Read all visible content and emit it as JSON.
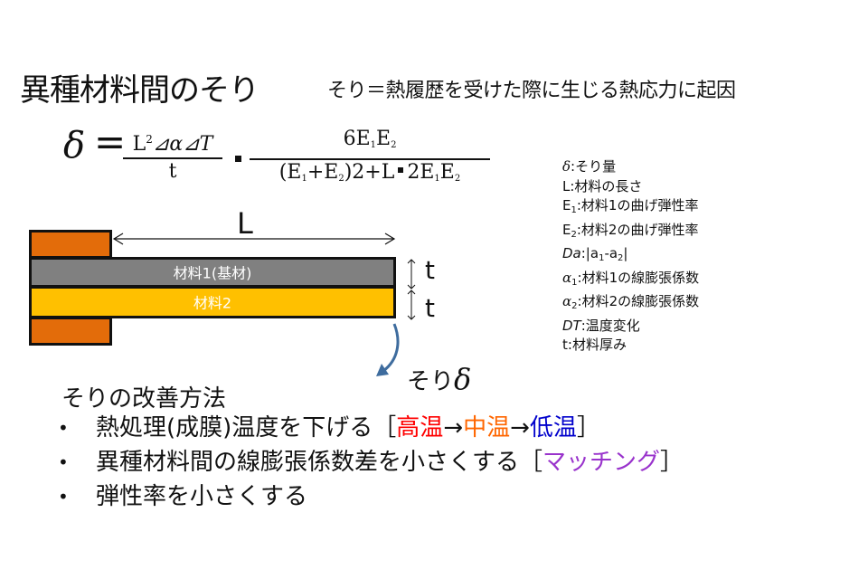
{
  "header": {
    "title": "異種材料間のそり",
    "subtitle": "そり＝熱履歴を受けた際に生じる熱応力に起因"
  },
  "formula": {
    "lhs": "δ",
    "equals": "=",
    "frac1": {
      "numerator_base": "L",
      "numerator_sup": "2",
      "numerator_rest": "⊿α⊿T",
      "denominator": "t"
    },
    "frac2": {
      "numerator": {
        "coef": "6",
        "e1": "E",
        "s1": "1",
        "e2": "E",
        "s2": "2"
      },
      "denominator": {
        "p1": "(E",
        "s1": "1",
        "p2": "+E",
        "s2": "2",
        "p3": ")2+L",
        "p4": "2E",
        "s3": "1",
        "p5": "E",
        "s4": "2"
      }
    }
  },
  "legend": [
    {
      "sym": "δ",
      "sub": "",
      "sym2": "",
      "sub2": "",
      "desc": ":そり量"
    },
    {
      "sym": "L",
      "sub": "",
      "desc": ":材料の長さ"
    },
    {
      "sym": "E",
      "sub": "1",
      "desc": ":材料1の曲げ弾性率"
    },
    {
      "sym": "E",
      "sub": "2",
      "desc": ":材料2の曲げ弾性率"
    },
    {
      "sym": "Da",
      "sub": "",
      "desc": ":|a",
      "sub_a": "1",
      "mid": "-a",
      "sub_b": "2",
      "end": "|"
    },
    {
      "sym": "α",
      "sub": "1",
      "desc": ":材料1の線膨張係数"
    },
    {
      "sym": "α",
      "sub": "2",
      "desc": ":材料2の線膨張係数"
    },
    {
      "sym": "DT",
      "sub": "",
      "desc": ":温度変化"
    },
    {
      "sym": "t",
      "sub": "",
      "desc": ":材料厚み"
    }
  ],
  "diagram": {
    "length_label": "L",
    "layer1_label": "材料1(基材)",
    "layer2_label": "材料2",
    "thickness1": "t",
    "thickness2": "t",
    "warp_label": "そり",
    "warp_symbol": "δ",
    "colors": {
      "clamp": "#E36C0A",
      "layer1": "#808080",
      "layer2": "#FFC000",
      "arrow": "#3E6C9E"
    }
  },
  "improvement": {
    "heading": "そりの改善方法",
    "items": [
      {
        "text": "熱処理(成膜)温度を下げる［",
        "high": "高温",
        "arrow1": " → ",
        "mid": "中温",
        "arrow2": " → ",
        "low": "低温",
        "close": "］"
      },
      {
        "text": "異種材料間の線膨張係数差を小さくする［",
        "match": "マッチング",
        "close": "］"
      },
      {
        "text": "弾性率を小さくする"
      }
    ],
    "colors": {
      "high": "#FF0000",
      "mid": "#FF6600",
      "low": "#0000CC",
      "match": "#9933CC"
    }
  }
}
